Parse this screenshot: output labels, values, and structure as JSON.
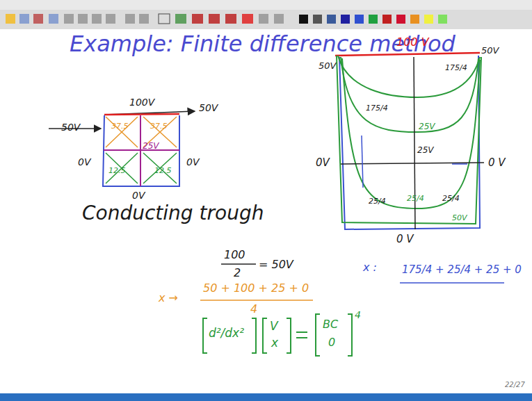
{
  "diagram": {
    "title": "Example: Finite difference method",
    "labels": [
      "100V",
      "50V",
      "50V",
      "0V",
      "0V",
      "25V",
      "37.5",
      "37.5",
      "12.5",
      "12.5",
      "0V",
      "Conducting trough",
      "100 V",
      "50V",
      "50V",
      "0V",
      "0 V",
      "175/4",
      "175/4",
      "25V",
      "25V",
      "25/4",
      "25/4",
      "25/4",
      "50V",
      "0 V",
      "100",
      "2",
      "= 50V",
      "x →",
      "50 + 100 + 25 + 0",
      "4",
      "x :",
      "175/4 + 25/4 + 25 + 0",
      "d²/dx²",
      "V",
      "x",
      "BC",
      "0",
      "4",
      "22/27"
    ]
  }
}
